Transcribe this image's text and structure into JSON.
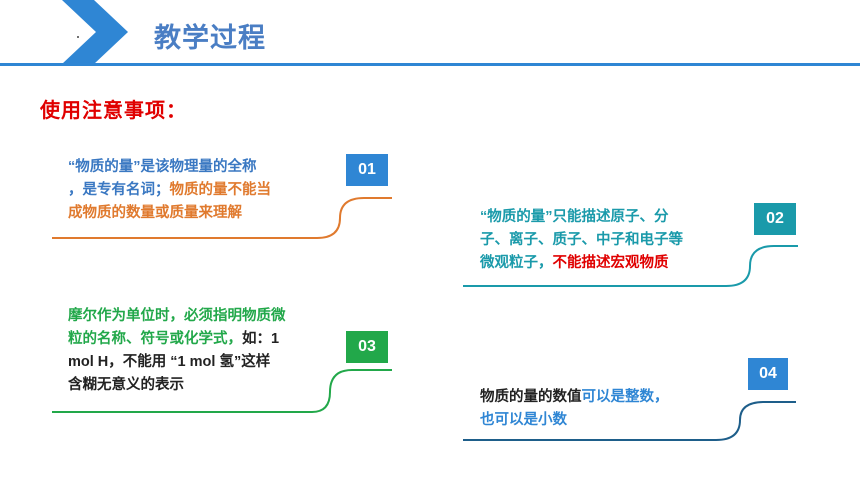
{
  "header": {
    "title": "教学过程"
  },
  "heading": "使用注意事项：",
  "items": [
    {
      "number": "01",
      "color": "#2f86d4",
      "line_color": "#e07a2e",
      "lines": [
        [
          {
            "t": "“物质的量”是该物理量的全称",
            "c": "#3a78c2"
          }
        ],
        [
          {
            "t": "，是专有名词；",
            "c": "#3a78c2"
          },
          {
            "t": "物质的量不能当",
            "c": "#e07a2e"
          }
        ],
        [
          {
            "t": "成物质的数量或质量来理解",
            "c": "#e07a2e"
          }
        ]
      ]
    },
    {
      "number": "02",
      "color": "#1a9aaa",
      "line_color": "#1a9aaa",
      "lines": [
        [
          {
            "t": "“物质的量”只能描述原子、分",
            "c": "#1a9aaa"
          }
        ],
        [
          {
            "t": "子、离子、质子、中子和电子等",
            "c": "#1a9aaa"
          }
        ],
        [
          {
            "t": "微观粒子，",
            "c": "#1a9aaa"
          },
          {
            "t": "不能描述宏观物质",
            "c": "#e00000"
          }
        ]
      ]
    },
    {
      "number": "03",
      "color": "#22a84a",
      "line_color": "#22a84a",
      "lines": [
        [
          {
            "t": "摩尔作为单位时，必须指明物质微",
            "c": "#22a84a"
          }
        ],
        [
          {
            "t": "粒的名称、符号或化学式，",
            "c": "#22a84a"
          },
          {
            "t": "如：1",
            "c": "#222222"
          }
        ],
        [
          {
            "t": "mol H，不能用 “1 mol 氢”这样",
            "c": "#222222"
          }
        ],
        [
          {
            "t": "含糊无意义的表示",
            "c": "#222222"
          }
        ]
      ]
    },
    {
      "number": "04",
      "color": "#2f86d4",
      "line_color": "#1e5e8a",
      "lines": [
        [
          {
            "t": "物质的量的数值",
            "c": "#222222"
          },
          {
            "t": "可以是整数，",
            "c": "#2f86d4"
          }
        ],
        [
          {
            "t": "也可以是小数",
            "c": "#2f86d4"
          }
        ]
      ]
    }
  ]
}
